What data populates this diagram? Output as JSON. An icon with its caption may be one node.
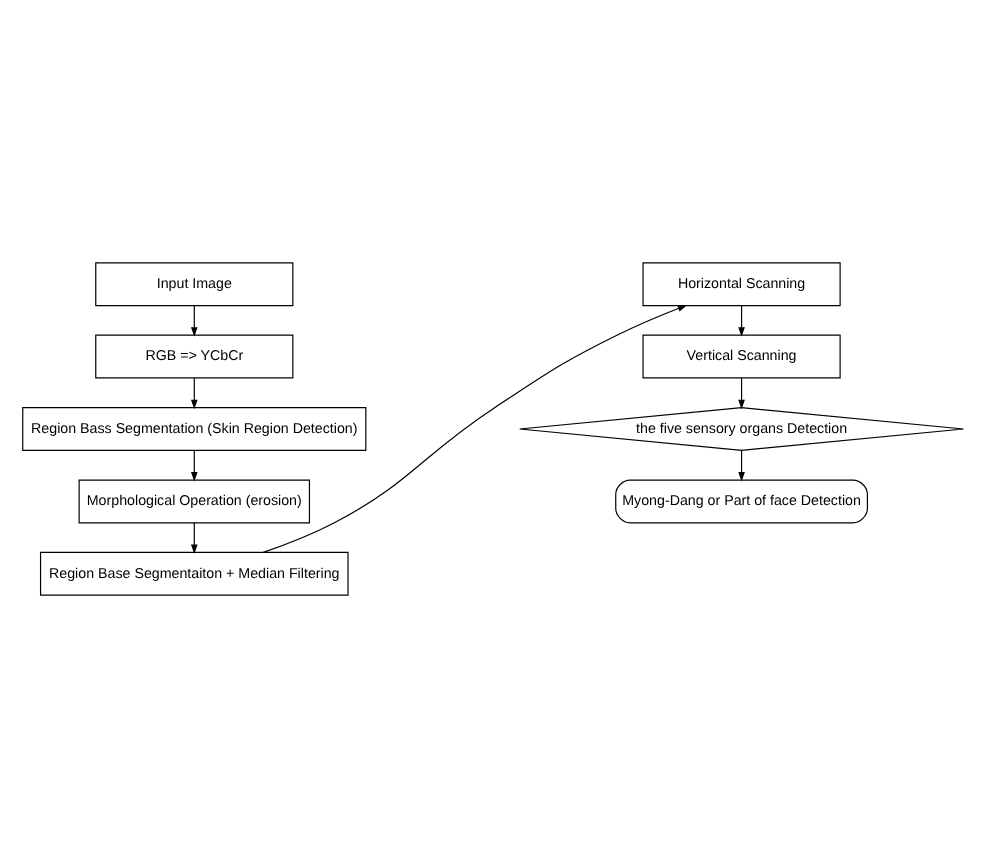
{
  "diagram": {
    "nodes": [
      {
        "text": [
          "Input Image"
        ]
      },
      {
        "text": [
          "RGB => YCbCr"
        ]
      },
      {
        "text": [
          "Region Bass Segmentation (Skin Region Detection)"
        ]
      },
      {
        "text": [
          "Morphological Operation (erosion)"
        ]
      },
      {
        "text": [
          "Region Base Segmentaiton + Median Filtering"
        ]
      },
      {
        "text": [
          "Horizontal Scanning"
        ]
      },
      {
        "text": [
          "Vertical Scanning"
        ]
      },
      {
        "text": [
          "the five sensory organs Detection"
        ]
      },
      {
        "text": [
          "Myong-Dang or Part of face Detection"
        ]
      }
    ],
    "edges": [
      {
        "from": 0,
        "to": 1,
        "arrow": "to"
      },
      {
        "from": 1,
        "to": 2,
        "arrow": "to"
      },
      {
        "from": 2,
        "to": 3,
        "arrow": "to"
      },
      {
        "from": 3,
        "to": 4,
        "arrow": "to"
      },
      {
        "from": 4,
        "to": 5,
        "arrow": "to"
      },
      {
        "from": 5,
        "to": 6,
        "arrow": "to"
      },
      {
        "from": 6,
        "to": 7,
        "arrow": "to"
      },
      {
        "from": 7,
        "to": 8,
        "arrow": "to"
      }
    ]
  }
}
